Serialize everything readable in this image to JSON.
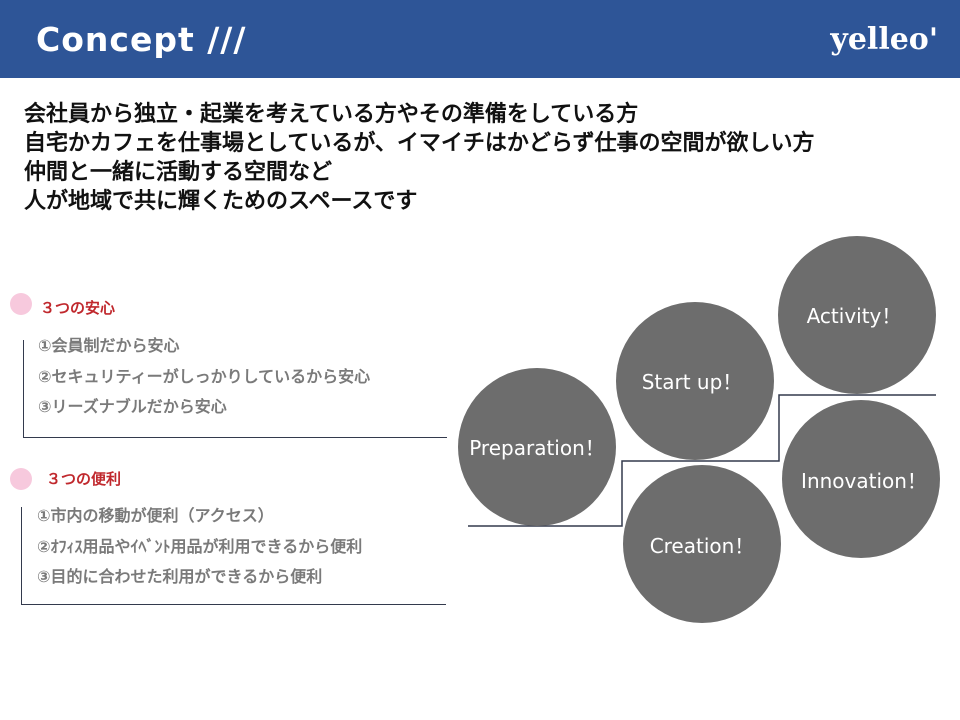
{
  "header": {
    "title": "Concept ///",
    "brand": "yelleo'"
  },
  "intro": {
    "lines": [
      "会社員から独立・起業を考えている方やその準備をしている方",
      "自宅かカフェを仕事場としているが、イマイチはかどらず仕事の空間が欲しい方",
      "仲間と一緒に活動する空間など",
      "人が地域で共に輝くためのスペースです"
    ]
  },
  "sections": [
    {
      "title": "３つの安心",
      "items": [
        "①会員制だから安心",
        "②セキュリティーがしっかりしているから安心",
        "③リーズナブルだから安心"
      ]
    },
    {
      "title": "３つの便利",
      "items": [
        "①市内の移動が便利（アクセス）",
        "②ｵﾌｨｽ用品やｲﾍﾞﾝﾄ用品が利用できるから便利",
        "③目的に合わせた利用ができるから便利"
      ]
    }
  ],
  "diagram": {
    "circle_color": "#6d6d6d",
    "circles": [
      "Preparation！",
      "Start up！",
      "Activity！",
      "Creation！",
      "Innovation！"
    ]
  },
  "colors": {
    "header_bg": "#2e5597",
    "section_title": "#c0282d",
    "section_dot": "#f7c9dd"
  }
}
